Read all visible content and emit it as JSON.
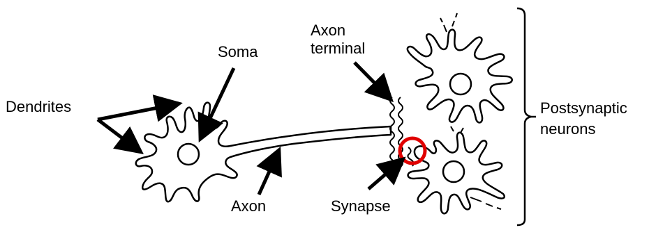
{
  "labels": {
    "dendrites": "Dendrites",
    "soma": "Soma",
    "axon_terminal_line1": "Axon",
    "axon_terminal_line2": "terminal",
    "axon": "Axon",
    "synapse": "Synapse",
    "postsynaptic_line1": "Postsynaptic",
    "postsynaptic_line2": "neurons"
  },
  "colors": {
    "line": "#000000",
    "synapse_highlight": "#e00000",
    "background": "#ffffff"
  }
}
